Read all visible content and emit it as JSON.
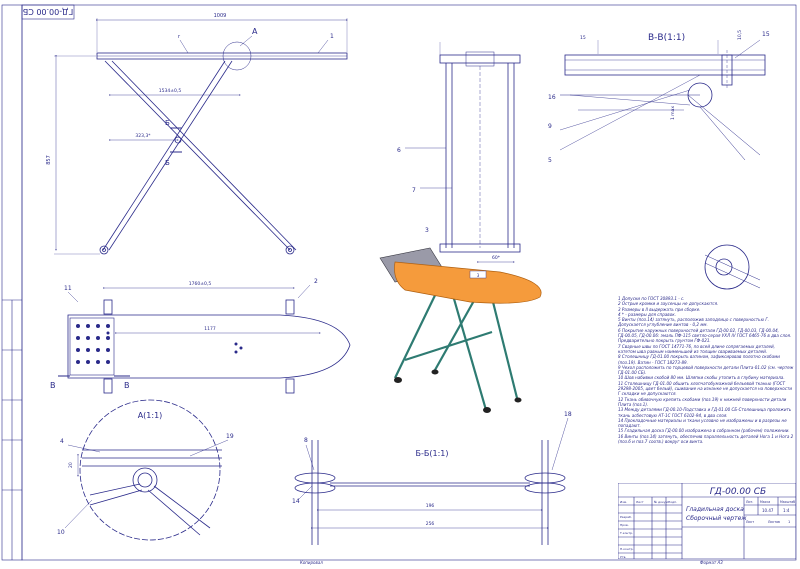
{
  "doc": {
    "code_rotated": "ГД-00.00 СБ",
    "code": "ГД-00.00 СБ",
    "title_line1": "Гладильная доска",
    "title_line2": "Сборочный чертеж",
    "lit": "Лит.",
    "mass": "Масса",
    "scale": "Масштаб",
    "mass_value": "10.47",
    "scale_value": "1:4",
    "sheet": "Лист",
    "sheets": "Листов",
    "sheets_value": "1",
    "copied": "Копировал",
    "format": "Формат",
    "format_value": "А3",
    "tb_roles": [
      "Изм.",
      "Лист",
      "№ докум.",
      "Подп.",
      "Дата",
      "Разраб.",
      "Пров.",
      "Т.контр.",
      "Н.контр.",
      "Утв."
    ]
  },
  "sections": {
    "view_a": "A(1:1)",
    "view_bb": "Б-Б(1:1)",
    "view_vv": "В-В(1:1)",
    "label_a": "А",
    "label_b": "Б",
    "label_v": "В"
  },
  "dims": {
    "d1009": "1009",
    "d857": "857",
    "d1534": "1534±0,5",
    "d3233": "323,3*",
    "d1760": "1760±0,5",
    "d1177": "1177",
    "d60": "60*",
    "d196": "196",
    "d256": "256",
    "d15": "15",
    "d105": "10,5",
    "d1max": "1 max",
    "d20": "20"
  },
  "callouts": {
    "c1": "1",
    "c2": "2",
    "c3": "3",
    "c4": "4",
    "c5": "5",
    "c6": "6",
    "c7": "7",
    "c8": "8",
    "c9": "9",
    "c10": "10",
    "c11": "11",
    "c14": "14",
    "c15": "15",
    "c16": "16",
    "c18": "18",
    "c19": "19",
    "r": "r"
  },
  "notes": [
    "1 Допуски по ГОСТ 30893.1 - с.",
    "2 Острые кромки и заусенцы не допускаются.",
    "3 Размеры в II выдержать при сборке.",
    "4 * - размеры для справок.",
    "5 Винты (поз.14) затянуть, расположив заподлицо с поверхностью Г. Допускается углубление винтов - 0,2 мм.",
    "6 Покрытие наружных поверхностей детали ГД-00.02, ГД-00.03, ГД-00.04, ГД-00.05, ГД-00.06: эмаль ПФ-115 светло-серая УХЛ IV ГОСТ 6465-76 в два слоя. Предварительно покрыть грунтом ГФ-021.",
    "7 Сварные швы по ГОСТ 14771-76, по всей длине сопрягаемых деталей, катетом шва равным наименьшей из толщин свариваемых деталей.",
    "8 Столешницу ГД-01.00 покрыть ватином, зафиксировав полотно скобами (поз.19). Ватин - ГОСТ 18273-89.",
    "9 Чехол расположить по торцевой поверхности детали Плита-01.02 (см. чертеж ГД-01.00 СБ).",
    "10 Шов набивки скобой 80 мм. Шляпки скобы утопить в глубину материала.",
    "11 Столешницу ГД-01.00 обшить хлопчатобумажной бельевой тканью (ГОСТ 29298-2005, цвет белый), сшивание на изнанке не допускается на поверхности Г складки не допускаются.",
    "12 Ткань обивочную крепить скобами (поз.19) к нижней поверхности детали Плита (поз.1).",
    "13 Между деталями ГД-00.10-Подставка и ГД-01.00 СБ-Столешница проложить ткань асбестовую АТ-1С ГОСТ 6102-94, в два слоя.",
    "14 Прокладочные материалы и ткани условно не изображены и в разрезы не попадают.",
    "15 Гладильная доска ГД-00.00 изображена в собранном (рабочем) положении.",
    "16 Винты (поз.14) затянуть, обеспечив параллельность деталей Нога 1 и Нога 2 (поз.6 и поз.7 соотв.) вокруг оси винта."
  ],
  "colors": {
    "line": "#2a2a8a",
    "board": "#f59b3c",
    "legs": "#2e7b72",
    "frame": "#3a3a44"
  }
}
